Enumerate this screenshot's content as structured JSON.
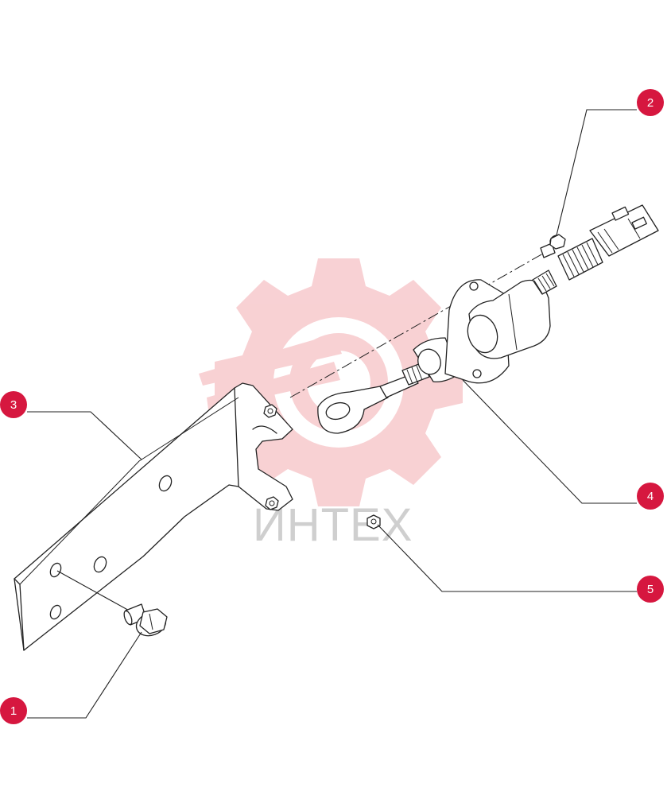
{
  "watermark": {
    "text": "ИНТЕХ",
    "gear_color": "#f7c9cc",
    "text_color": "#cfcfcf"
  },
  "callout_color": "#d6173f",
  "callouts": [
    {
      "id": "1",
      "label": "1"
    },
    {
      "id": "2",
      "label": "2"
    },
    {
      "id": "3",
      "label": "3"
    },
    {
      "id": "4",
      "label": "4"
    },
    {
      "id": "5",
      "label": "5"
    }
  ]
}
